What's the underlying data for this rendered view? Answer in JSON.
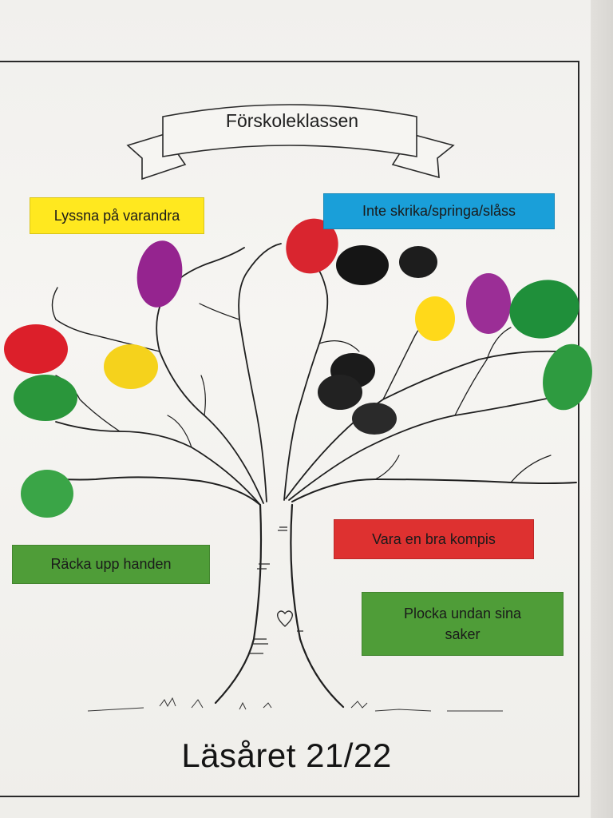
{
  "sheet": {
    "title": "Förskoleklassen",
    "footer": "Läsåret 21/22"
  },
  "rules": [
    {
      "text": "Lyssna på varandra",
      "color": "#ffe81f"
    },
    {
      "text": "Inte skrika/springa/slåss",
      "color": "#1a9fd9"
    },
    {
      "text": "Vara en bra kompis",
      "color": "#de3130"
    },
    {
      "text": "Räcka upp handen",
      "color": "#4f9d38"
    },
    {
      "text": "Plocka undan sina saker",
      "color": "#4f9d38"
    }
  ],
  "fingerprints": {
    "colors": [
      "red",
      "purple",
      "black",
      "yellow",
      "green"
    ]
  }
}
